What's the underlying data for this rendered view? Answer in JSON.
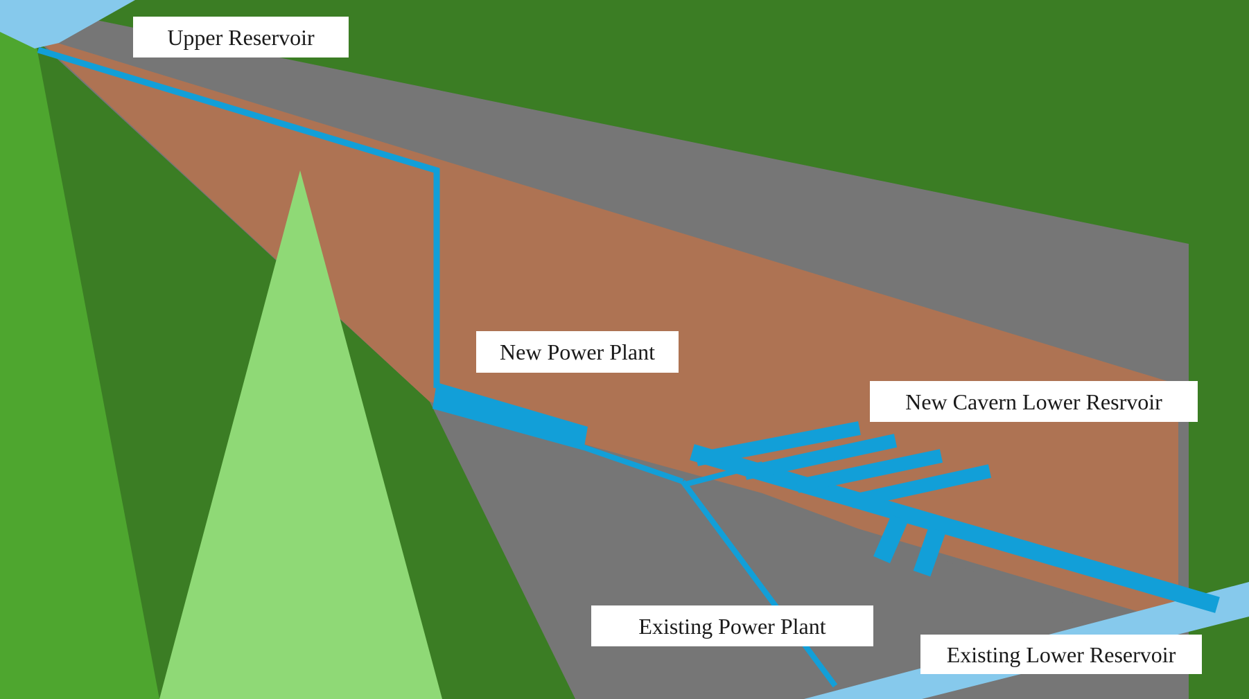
{
  "labels": {
    "upper_reservoir": "Upper Reservoir",
    "new_power_plant": "New Power Plant",
    "new_cavern_lower_reservoir": "New Cavern Lower Resrvoir",
    "existing_power_plant": "Existing Power Plant",
    "existing_lower_reservoir": "Existing Lower Reservoir"
  },
  "colors": {
    "background_green": "#3b7d24",
    "hill_green": "#4ea62f",
    "light_hill_green": "#8fd976",
    "rock_gray": "#767676",
    "soil_brown": "#ae7353",
    "water_blue": "#129fd8",
    "reservoir_blue": "#86c9ec",
    "label_background": "#ffffff"
  }
}
